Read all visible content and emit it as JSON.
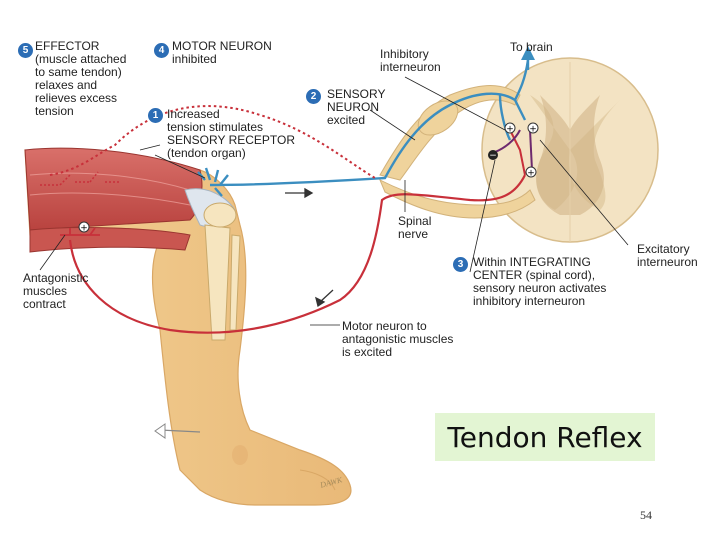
{
  "steps": [
    {
      "num": "5",
      "lines": [
        "EFFECTOR",
        "(muscle attached",
        "to same tendon)",
        "relaxes and",
        "relieves excess",
        "tension"
      ]
    },
    {
      "num": "4",
      "lines": [
        "MOTOR NEURON",
        "inhibited"
      ]
    },
    {
      "num": "2",
      "lines": [
        "SENSORY",
        "NEURON",
        "excited"
      ]
    },
    {
      "num": "1",
      "lines": [
        "Increased",
        "tension stimulates",
        "SENSORY RECEPTOR",
        "(tendon organ)"
      ]
    },
    {
      "num": "3",
      "lines": [
        "Within INTEGRATING",
        "CENTER (spinal cord),",
        "sensory neuron activates",
        "inhibitory interneuron"
      ]
    }
  ],
  "labels": {
    "inhibitory": [
      "Inhibitory",
      "interneuron"
    ],
    "to_brain": [
      "To brain"
    ],
    "spinal_nerve": [
      "Spinal",
      "nerve"
    ],
    "excitatory": [
      "Excitatory",
      "interneuron"
    ],
    "antagonistic": [
      "Antagonistic",
      "muscles",
      "contract"
    ],
    "motor_antagonistic": [
      "Motor neuron to",
      "antagonistic muscles",
      "is excited"
    ]
  },
  "title": "Tendon Reflex",
  "page_number": "54",
  "signature": "DAWK",
  "colors": {
    "sensory": "#3b8ec0",
    "motor": "#c8303a",
    "step_badge": "#2c6db5",
    "title_bg": "#e3f5d3"
  }
}
